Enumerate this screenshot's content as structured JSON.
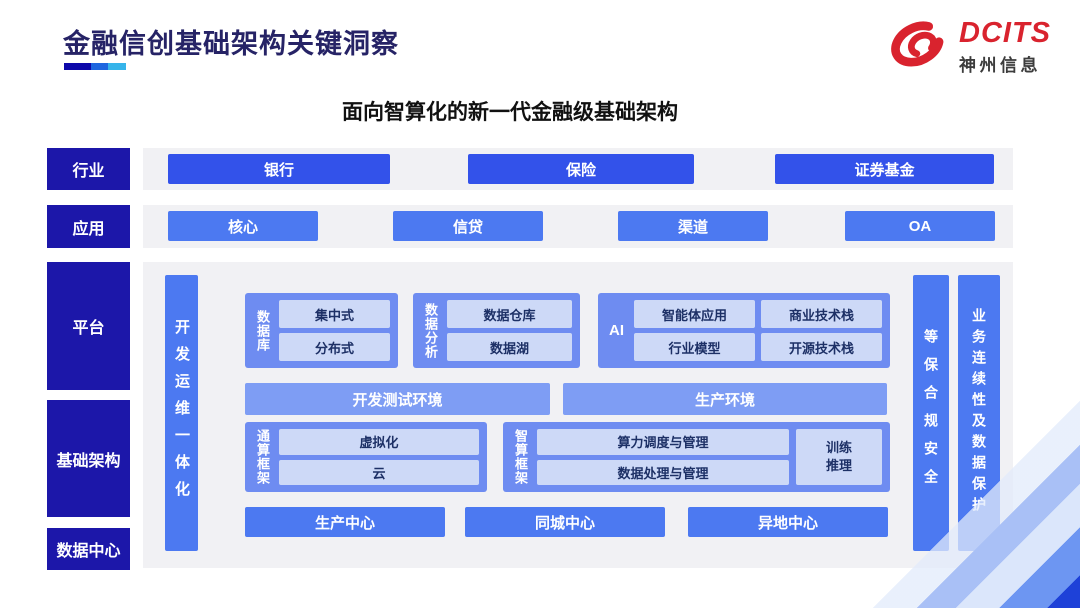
{
  "header": {
    "title": "金融信创基础架构关键洞察",
    "logo": {
      "brand": "DCITS",
      "company": "神州信息"
    }
  },
  "subtitle": "面向智算化的新一代金融级基础架构",
  "side_labels": {
    "industry": "行业",
    "application": "应用",
    "platform": "平台",
    "infrastructure": "基础架构",
    "datacenter": "数据中心"
  },
  "industry_row": [
    "银行",
    "保险",
    "证券基金"
  ],
  "application_row": [
    "核心",
    "信贷",
    "渠道",
    "OA"
  ],
  "platform": {
    "devops_bar": "开发运维一体化",
    "database": {
      "label": "数据库",
      "items": [
        "集中式",
        "分布式"
      ]
    },
    "analytics": {
      "label": "数据分析",
      "items": [
        "数据仓库",
        "数据湖"
      ]
    },
    "ai": {
      "label": "AI",
      "items": [
        "智能体应用",
        "商业技术栈",
        "行业模型",
        "开源技术栈"
      ]
    },
    "environments": [
      "开发测试环境",
      "生产环境"
    ],
    "general_compute": {
      "label": "通算框架",
      "items": [
        "虚拟化",
        "云"
      ]
    },
    "intelligent_compute": {
      "label": "智算框架",
      "items": [
        "算力调度与管理",
        "数据处理与管理",
        "训练\n推理"
      ]
    },
    "datacenters": [
      "生产中心",
      "同城中心",
      "异地中心"
    ],
    "security_bar": "等保合规安全",
    "continuity_bar": "业务连续性及数据保护"
  },
  "colors": {
    "navy": "#1c17a9",
    "primary_blue": "#4c79f1",
    "bright_blue": "#3352ea",
    "group_blue": "#6e8cf1",
    "env_blue": "#7e9df4",
    "chip_blue": "#cdd9f7",
    "chip_text": "#1d3066",
    "panel_gray": "#f1f1f4",
    "logo_red": "#d9232e"
  }
}
